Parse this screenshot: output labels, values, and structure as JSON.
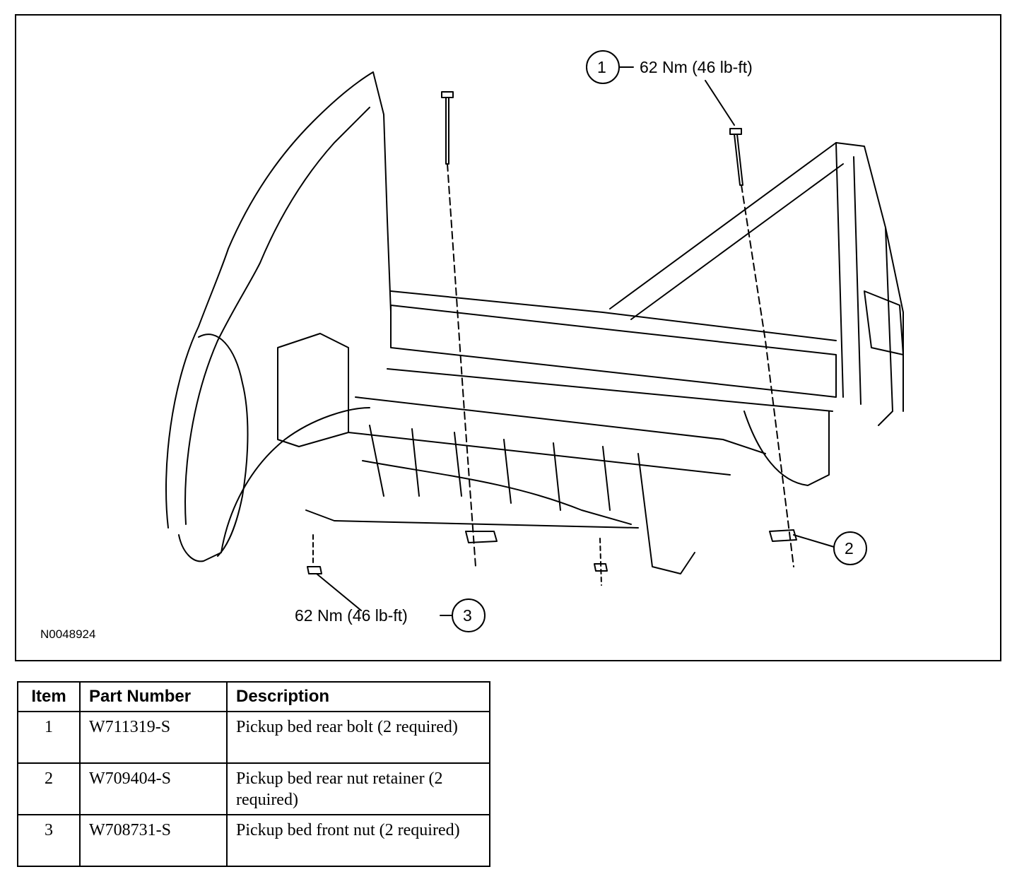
{
  "figure": {
    "id": "N0048924",
    "callouts": [
      {
        "number": "1",
        "torque": "62 Nm (46 lb-ft)"
      },
      {
        "number": "2",
        "torque": ""
      },
      {
        "number": "3",
        "torque": "62 Nm (46 lb-ft)"
      }
    ]
  },
  "table": {
    "headers": {
      "item": "Item",
      "part_number": "Part Number",
      "description": "Description"
    },
    "rows": [
      {
        "item": "1",
        "part_number": "W711319-S",
        "description": "Pickup bed rear bolt (2 required)"
      },
      {
        "item": "2",
        "part_number": "W709404-S",
        "description": "Pickup bed rear nut retainer (2 required)"
      },
      {
        "item": "3",
        "part_number": "W708731-S",
        "description": "Pickup bed front nut (2 required)"
      }
    ]
  }
}
